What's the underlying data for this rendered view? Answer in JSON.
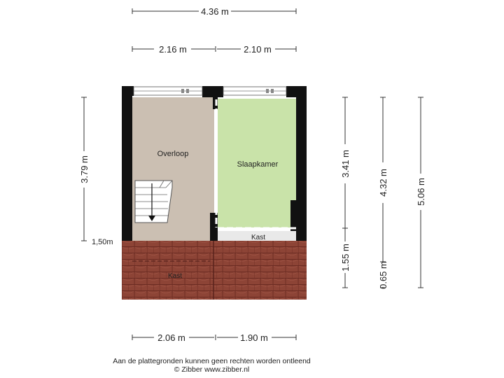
{
  "dimensions": {
    "top_total": "4.36 m",
    "top_left": "2.16 m",
    "top_right": "2.10 m",
    "bottom_left": "2.06 m",
    "bottom_right": "1.90 m",
    "left_height": "3.79 m",
    "left_eave": "1,50m",
    "right_upper": "3.41 m",
    "right_lower": "1.55 m",
    "right_mid": "4.32 m",
    "right_mid_lower": "0.65 m",
    "right_full": "5.06 m"
  },
  "rooms": {
    "landing": "Overloop",
    "bedroom": "Slaapkamer",
    "closet_small": "Kast",
    "closet_roof": "Kast"
  },
  "colors": {
    "landing": "#cbbfb2",
    "bedroom": "#c9e3a9",
    "roof": "#8d4436",
    "roof_line": "#6a2b22",
    "wall": "#111111",
    "closet": "#e9e9e9"
  },
  "footer": {
    "disclaimer": "Aan de plattegronden kunnen geen rechten worden ontleend",
    "copyright": "© Zibber www.zibber.nl"
  }
}
